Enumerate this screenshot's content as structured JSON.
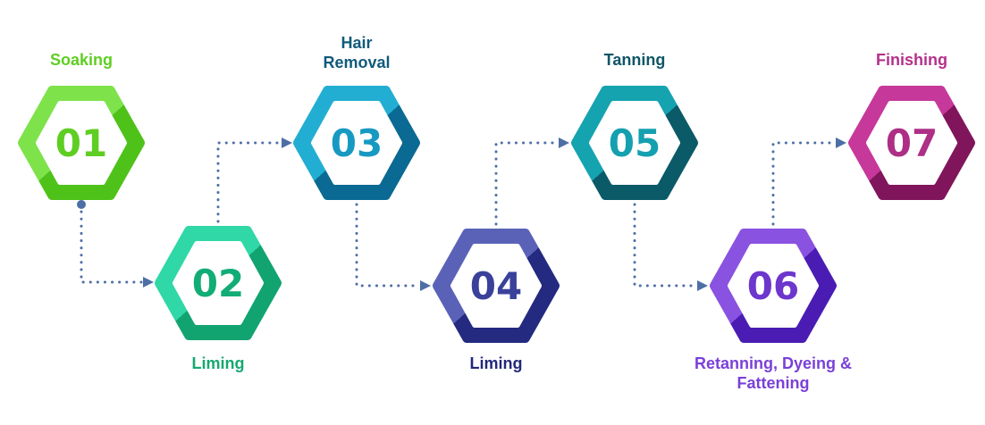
{
  "steps": [
    {
      "number": "01",
      "label": "Soaking",
      "colors": {
        "light": "#7ee24a",
        "dark": "#4fc21a",
        "ring": "#ffffff",
        "text": "#5fce22",
        "label": "#5fce22"
      }
    },
    {
      "number": "02",
      "label": "Liming",
      "colors": {
        "light": "#2fd8a6",
        "dark": "#12a470",
        "ring": "#ffffff",
        "text": "#12ad76",
        "label": "#16a870"
      }
    },
    {
      "number": "03",
      "label": "Hair\nRemoval",
      "colors": {
        "light": "#22aed2",
        "dark": "#0b6a93",
        "ring": "#ffffff",
        "text": "#1799c2",
        "label": "#115a7c"
      }
    },
    {
      "number": "04",
      "label": "Liming",
      "colors": {
        "light": "#5a62b8",
        "dark": "#232a80",
        "ring": "#ffffff",
        "text": "#3a419a",
        "label": "#23287a"
      }
    },
    {
      "number": "05",
      "label": "Tanning",
      "colors": {
        "light": "#15a3b0",
        "dark": "#0b5a68",
        "ring": "#ffffff",
        "text": "#15a0b0",
        "label": "#0f5666"
      }
    },
    {
      "number": "06",
      "label": "Retanning, Dyeing &\nFattening",
      "colors": {
        "light": "#8a52e0",
        "dark": "#4a1cb4",
        "ring": "#ffffff",
        "text": "#6d36cc",
        "label": "#7a40d8"
      }
    },
    {
      "number": "07",
      "label": "Finishing",
      "colors": {
        "light": "#c6389a",
        "dark": "#80155c",
        "ring": "#ffffff",
        "text": "#ad2f86",
        "label": "#b4318a"
      }
    }
  ],
  "connector_color": "#4d6fa6"
}
